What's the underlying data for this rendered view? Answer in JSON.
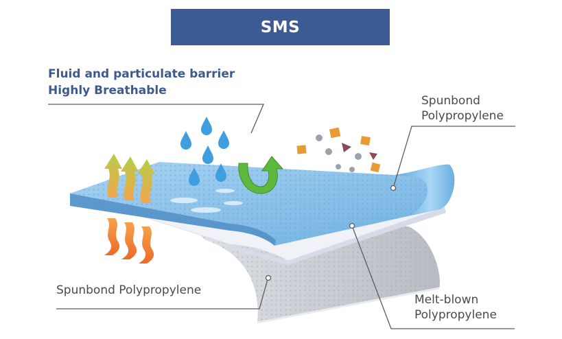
{
  "title": "SMS",
  "headline": {
    "line1": "Fluid and particulate barrier",
    "line2": "Highly Breathable"
  },
  "labels": {
    "top_layer": {
      "line1": "Spunbond",
      "line2": "Polypropylene"
    },
    "middle_layer": {
      "line1": "Melt-blown",
      "line2": "Polypropylene"
    },
    "bottom_layer": "Spunbond Polypropylene"
  },
  "colors": {
    "banner": "#3c5b94",
    "headline_text": "#3c5a8e",
    "top_layer": "#8dc2e8",
    "middle_layer": "#eaecf6",
    "bottom_layer": "#c9cdd3",
    "water_drop": "#3f9ee0",
    "heat_arrow": "#f08a3c",
    "air_arrow": "#b3c84a",
    "repel_arrow": "#5fb83e"
  },
  "icons": [
    "water-drop-icon",
    "heat-wave-icon",
    "air-arrow-icon",
    "repel-arrow-icon",
    "particle-icon"
  ]
}
